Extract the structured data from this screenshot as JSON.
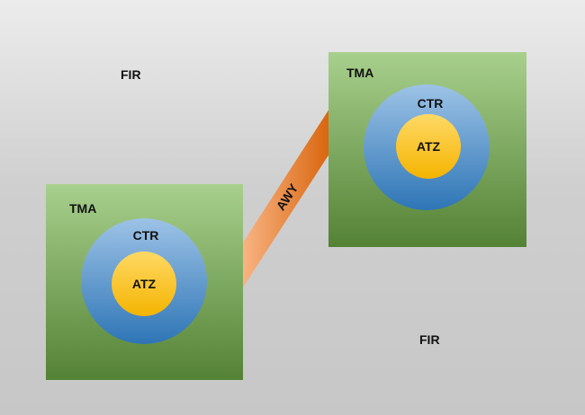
{
  "diagram": {
    "fir_labels": [
      "FIR",
      "FIR"
    ],
    "awy_label": "AWY",
    "zones": [
      {
        "tma_label": "TMA",
        "ctr_label": "CTR",
        "atz_label": "ATZ"
      },
      {
        "tma_label": "TMA",
        "ctr_label": "CTR",
        "atz_label": "ATZ"
      }
    ]
  },
  "colors": {
    "background_top": "#ececec",
    "background_bottom": "#c7c7c7",
    "tma_top": "#a8d08d",
    "tma_bottom": "#548235",
    "ctr_top": "#9dc3e6",
    "ctr_bottom": "#2e75b6",
    "atz_top": "#ffd966",
    "atz_bottom": "#f4b400",
    "awy_light": "#f8b483",
    "awy_dark": "#d9640c"
  }
}
